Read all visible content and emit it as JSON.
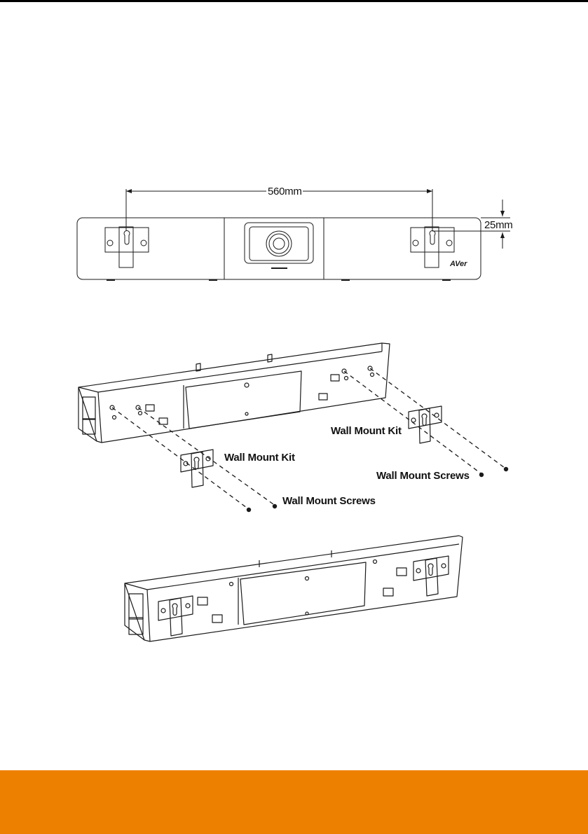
{
  "colors": {
    "footer": "#ee8000",
    "line": "#1a1a1a"
  },
  "dimensions": {
    "width_label": "560mm",
    "height_label": "25mm"
  },
  "callouts": {
    "kit_right": "Wall Mount Kit",
    "screws_right": "Wall Mount Screws",
    "kit_left": "Wall Mount Kit",
    "screws_left": "Wall Mount Screws"
  },
  "logo_text": "AVer"
}
